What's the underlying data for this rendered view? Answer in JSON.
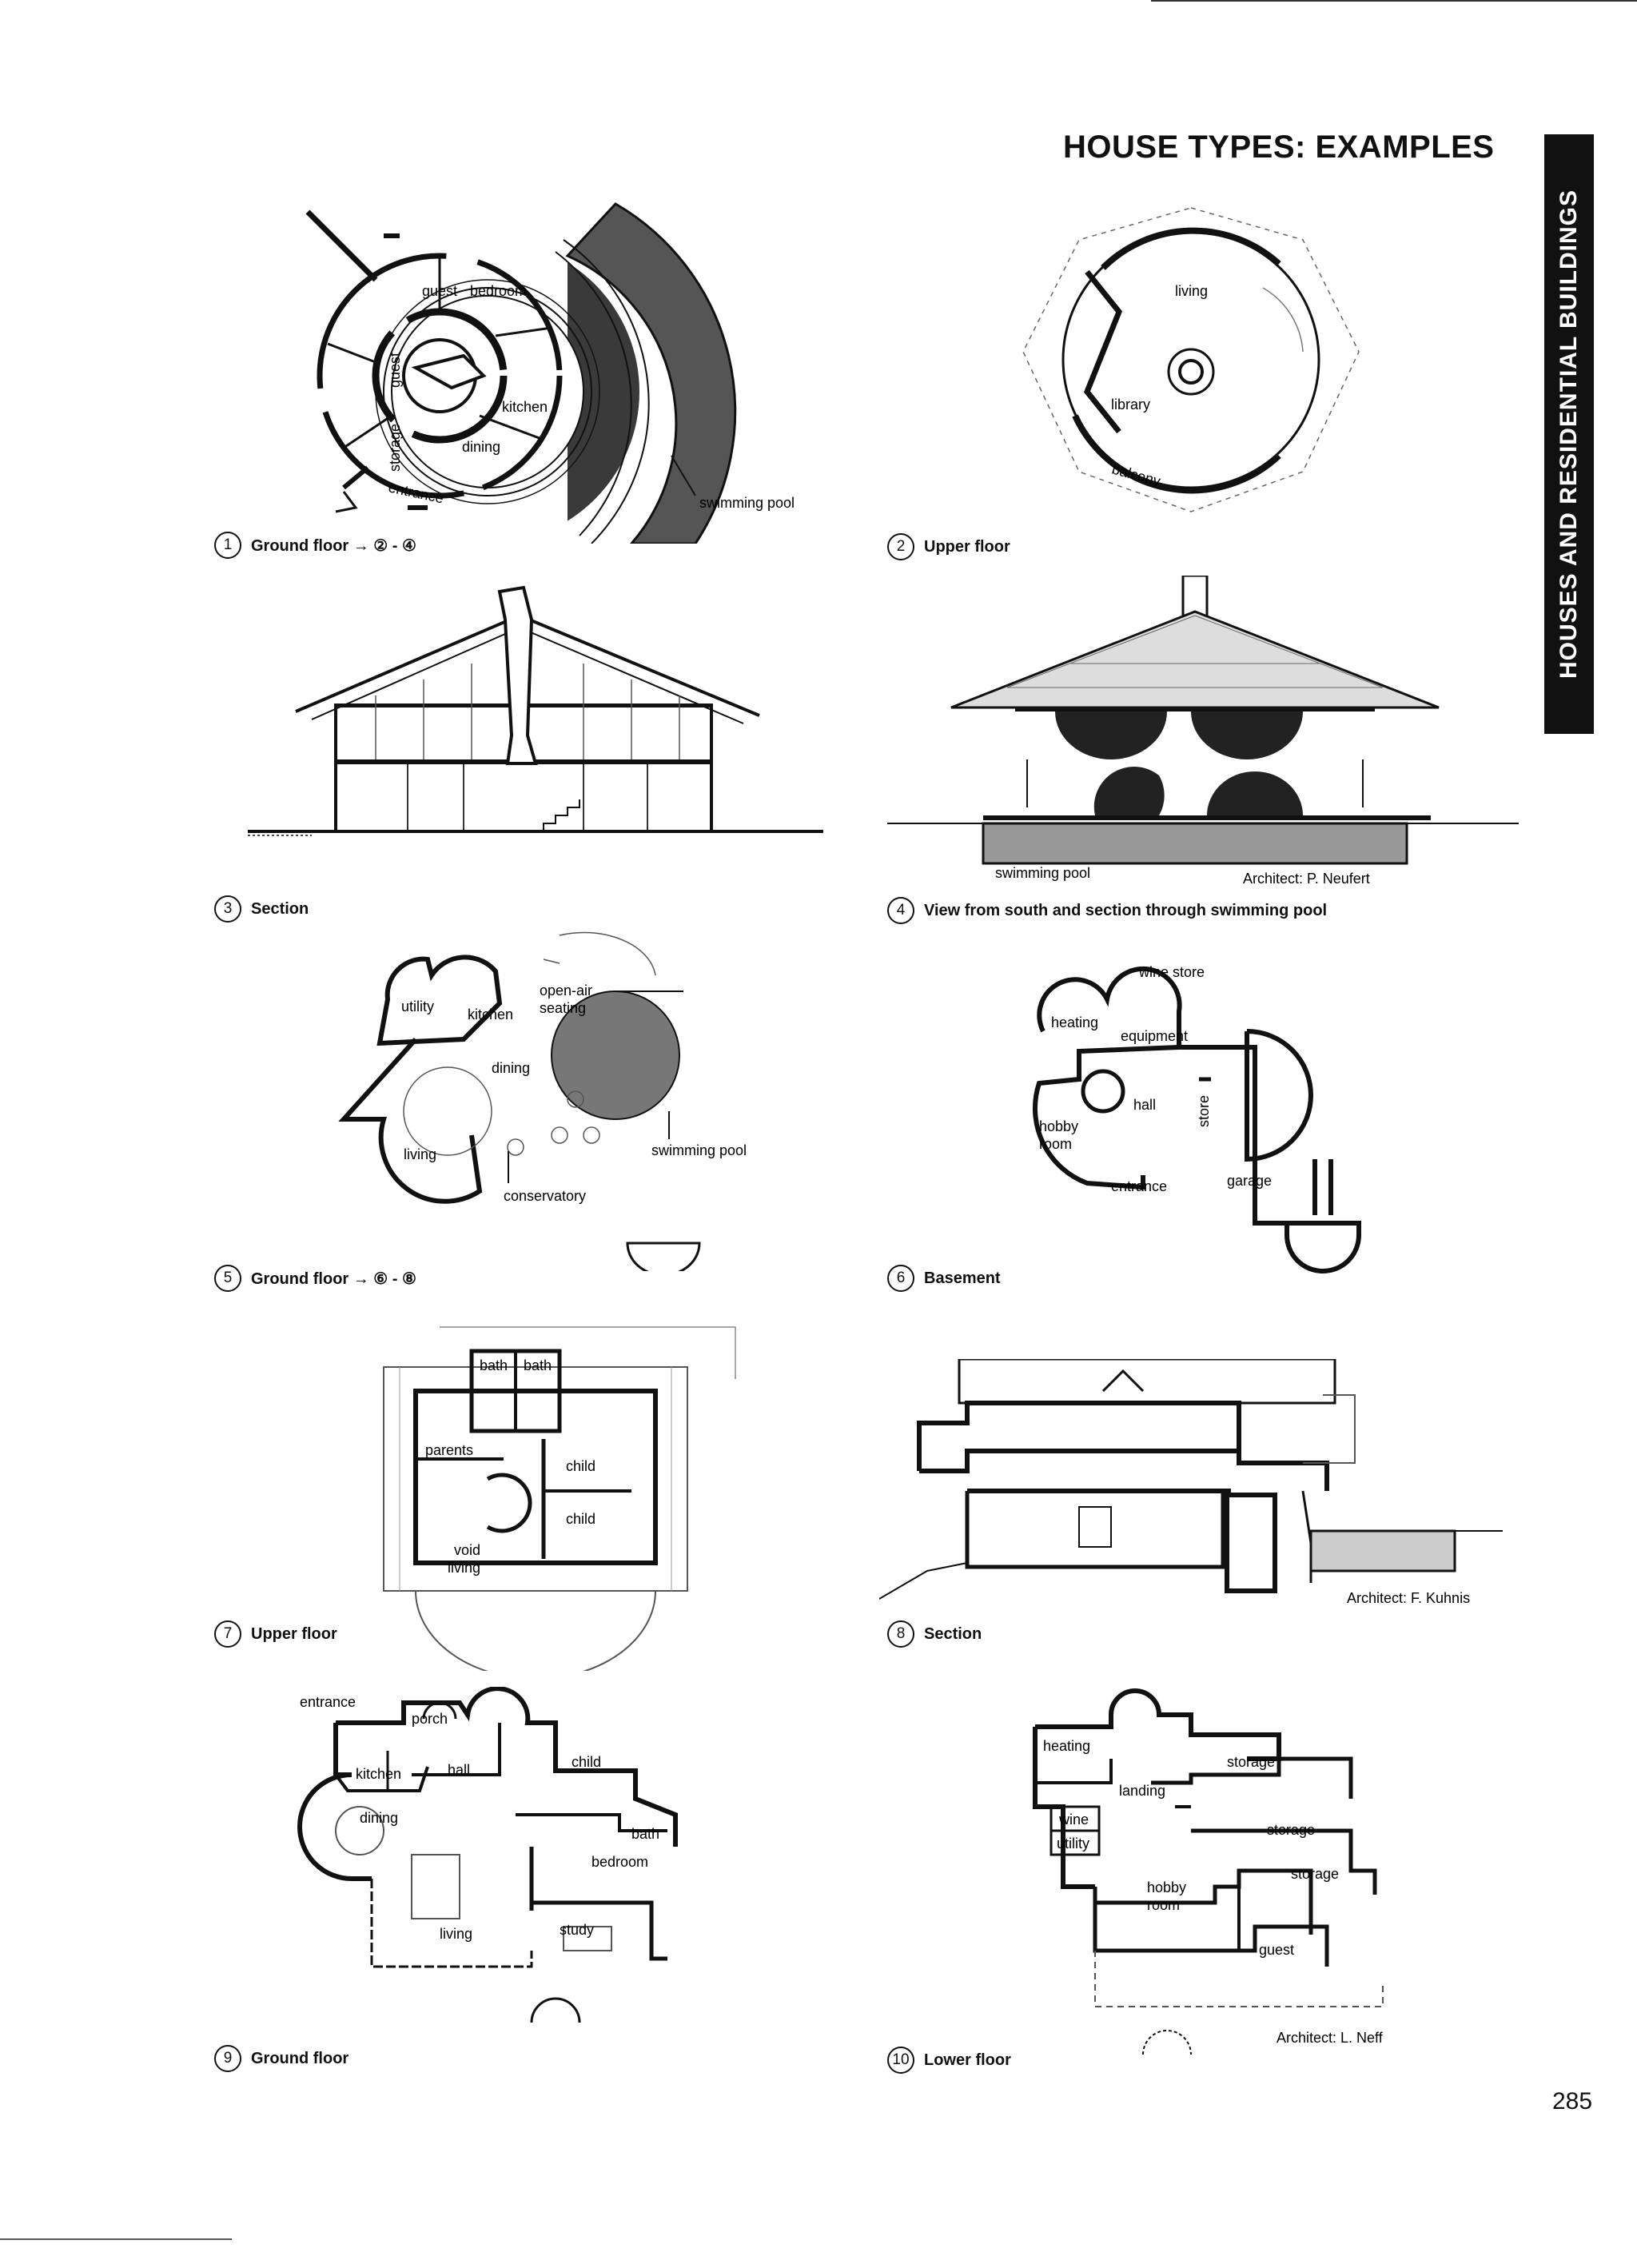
{
  "page": {
    "title": "HOUSE TYPES: EXAMPLES",
    "sidebar": "HOUSES AND RESIDENTIAL BUILDINGS",
    "page_number": "285"
  },
  "figures": [
    {
      "num": "1",
      "caption": "Ground floor → ② - ④",
      "labels": {
        "guest1": "guest",
        "bedroom": "bedroom",
        "guest2": "guest",
        "storage": "storage",
        "kitchen": "kitchen",
        "dining": "dining",
        "entrance": "entrance",
        "pool": "swimming pool"
      }
    },
    {
      "num": "2",
      "caption": "Upper floor",
      "labels": {
        "living": "living",
        "library": "library",
        "balcony": "balcony"
      }
    },
    {
      "num": "3",
      "caption": "Section"
    },
    {
      "num": "4",
      "caption": "View from south and section through swimming pool",
      "labels": {
        "pool": "swimming pool"
      },
      "credit": "Architect: P. Neufert"
    },
    {
      "num": "5",
      "caption": "Ground floor → ⑥ - ⑧",
      "labels": {
        "utility": "utility",
        "kitchen": "kitchen",
        "openair": "open-air",
        "seating": "seating",
        "dining": "dining",
        "living": "living",
        "conservatory": "conservatory",
        "pool": "swimming pool"
      }
    },
    {
      "num": "6",
      "caption": "Basement",
      "labels": {
        "wine": "wine store",
        "heating": "heating",
        "equipment": "equipment",
        "hall": "hall",
        "store": "store",
        "hobby": "hobby",
        "room": "room",
        "entrance": "entrance",
        "garage": "garage"
      }
    },
    {
      "num": "7",
      "caption": "Upper floor",
      "labels": {
        "bath1": "bath",
        "bath2": "bath",
        "parents": "parents",
        "child1": "child",
        "child2": "child",
        "void": "void",
        "living": "living"
      }
    },
    {
      "num": "8",
      "caption": "Section",
      "credit": "Architect: F. Kuhnis"
    },
    {
      "num": "9",
      "caption": "Ground floor",
      "labels": {
        "entrance": "entrance",
        "porch": "porch",
        "kitchen": "kitchen",
        "hall": "hall",
        "child": "child",
        "dining": "dining",
        "bath": "bath",
        "bedroom": "bedroom",
        "living": "living",
        "study": "study"
      }
    },
    {
      "num": "10",
      "caption": "Lower floor",
      "labels": {
        "heating": "heating",
        "storage1": "storage",
        "landing": "landing",
        "wine": "wine",
        "utility": "utility",
        "storage2": "storage",
        "storage3": "storage",
        "hobby": "hobby",
        "room": "room",
        "guest": "guest"
      },
      "credit": "Architect: L. Neff"
    }
  ]
}
